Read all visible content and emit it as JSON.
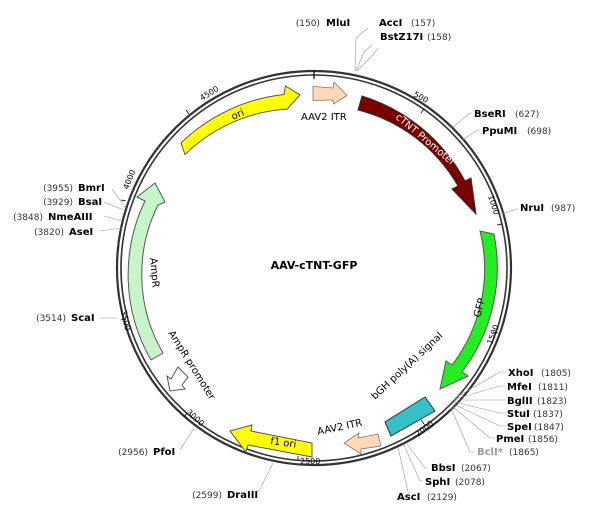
{
  "plasmid": {
    "name": "AAV-cTNT-GFP"
  },
  "colors": {
    "backbone": "#333333",
    "ori": "#ffff00",
    "itr": "#ffd8b8",
    "promoter": "#7a0000",
    "gfp": "#22ee22",
    "polyA": "#33c0c8",
    "f1ori": "#ffff00",
    "ampR": "#c8f5c8",
    "ampR_promoter": "#ffffff"
  },
  "features": {
    "ori": "ori",
    "itr_top": "AAV2 ITR",
    "promoter": "cTNT Promoter",
    "gfp": "GFP",
    "polyA": "bGH poly(A) signal",
    "itr_bottom": "AAV2 ITR",
    "f1ori": "f1 ori",
    "ampR": "AmpR",
    "ampR_promoter": "AmpR promoter"
  },
  "ticks": {
    "t500": "500",
    "t1000": "1000",
    "t1500": "1500",
    "t2000": "2000",
    "t2500": "2500",
    "t3000": "3000",
    "t3500": "3500",
    "t4000": "4000",
    "t4500": "4500"
  },
  "sites": {
    "mlui": {
      "name": "MluI",
      "pos": "(150)"
    },
    "acci": {
      "name": "AccI",
      "pos": "(157)"
    },
    "bstz17i": {
      "name": "BstZ17I",
      "pos": "(158)"
    },
    "beseri": {
      "name": "BseRI",
      "pos": "(627)"
    },
    "ppumi": {
      "name": "PpuMI",
      "pos": "(698)"
    },
    "nrui": {
      "name": "NruI",
      "pos": "(987)"
    },
    "xhoi": {
      "name": "XhoI",
      "pos": "(1805)"
    },
    "mfei": {
      "name": "MfeI",
      "pos": "(1811)"
    },
    "bglii": {
      "name": "BglII",
      "pos": "(1823)"
    },
    "stui": {
      "name": "StuI",
      "pos": "(1837)"
    },
    "spei": {
      "name": "SpeI",
      "pos": "(1847)"
    },
    "pmei": {
      "name": "PmeI",
      "pos": "(1856)"
    },
    "bcli": {
      "name": "BclI*",
      "pos": "(1865)"
    },
    "bbsi": {
      "name": "BbsI",
      "pos": "(2067)"
    },
    "sphi": {
      "name": "SphI",
      "pos": "(2078)"
    },
    "asci": {
      "name": "AscI",
      "pos": "(2129)"
    },
    "draiii": {
      "name": "DraIII",
      "pos": "(2599)"
    },
    "pfoi": {
      "name": "PfoI",
      "pos": "(2956)"
    },
    "scai": {
      "name": "ScaI",
      "pos": "(3514)"
    },
    "asei": {
      "name": "AseI",
      "pos": "(3820)"
    },
    "nmeaiii": {
      "name": "NmeAIII",
      "pos": "(3848)"
    },
    "bsai": {
      "name": "BsaI",
      "pos": "(3929)"
    },
    "bmri": {
      "name": "BmrI",
      "pos": "(3955)"
    }
  }
}
